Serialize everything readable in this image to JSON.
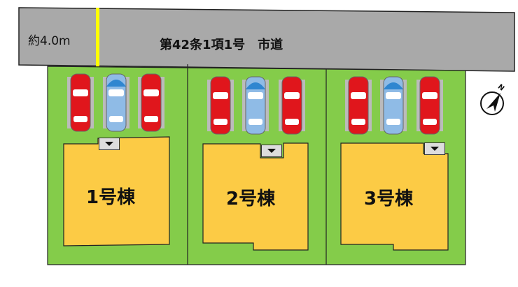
{
  "road": {
    "width_label": "約4.0m",
    "name_label": "第42条1項1号　市道"
  },
  "buildings": [
    {
      "label": "1号棟"
    },
    {
      "label": "2号棟"
    },
    {
      "label": "3号棟"
    }
  ],
  "compass": {
    "label": "N"
  },
  "colors": {
    "road": "#a9a9a9",
    "lot": "#84cc4a",
    "building": "#fccb45",
    "car_red": "#e0161c",
    "car_blue": "#6fa8dc",
    "width_marker": "#ffff00"
  }
}
